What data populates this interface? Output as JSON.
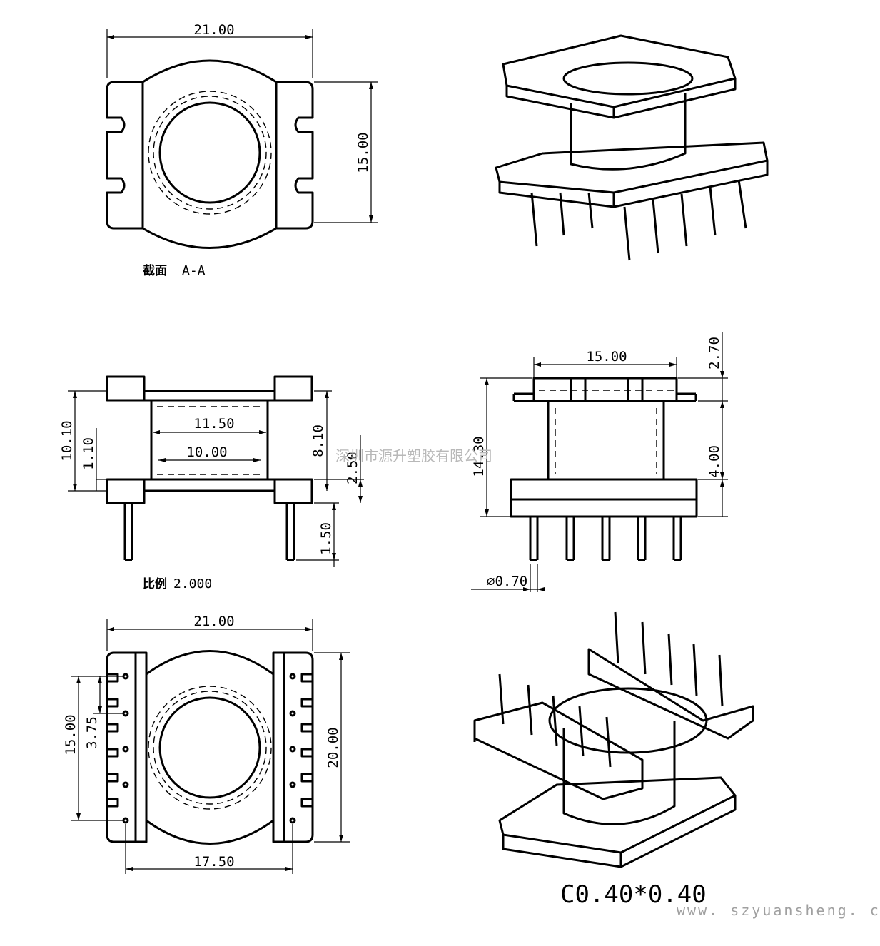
{
  "dimensions": {
    "top_width": "21.00",
    "top_height": "15.00",
    "side_inner_width": "11.50",
    "side_inner_width2": "10.00",
    "side_total_height": "10.10",
    "side_flange": "1.10",
    "side_core_height": "8.10",
    "side_offset": "2.50",
    "side_pin": "1.50",
    "front_width": "15.00",
    "front_top": "2.70",
    "front_height": "14.30",
    "front_base": "4.00",
    "pin_diameter": "∅0.70",
    "bottom_width": "21.00",
    "bottom_pitch_total": "15.00",
    "bottom_pitch": "3.75",
    "bottom_height": "20.00",
    "bottom_span": "17.50"
  },
  "labels": {
    "section_label": "截面",
    "section_value": "A-A",
    "scale_label": "比例",
    "scale_value": "2.000",
    "chamfer": "C0.40*0.40"
  },
  "watermarks": {
    "company": "深圳市源升塑胶有限公司",
    "website": "www. szyuansheng. com"
  }
}
